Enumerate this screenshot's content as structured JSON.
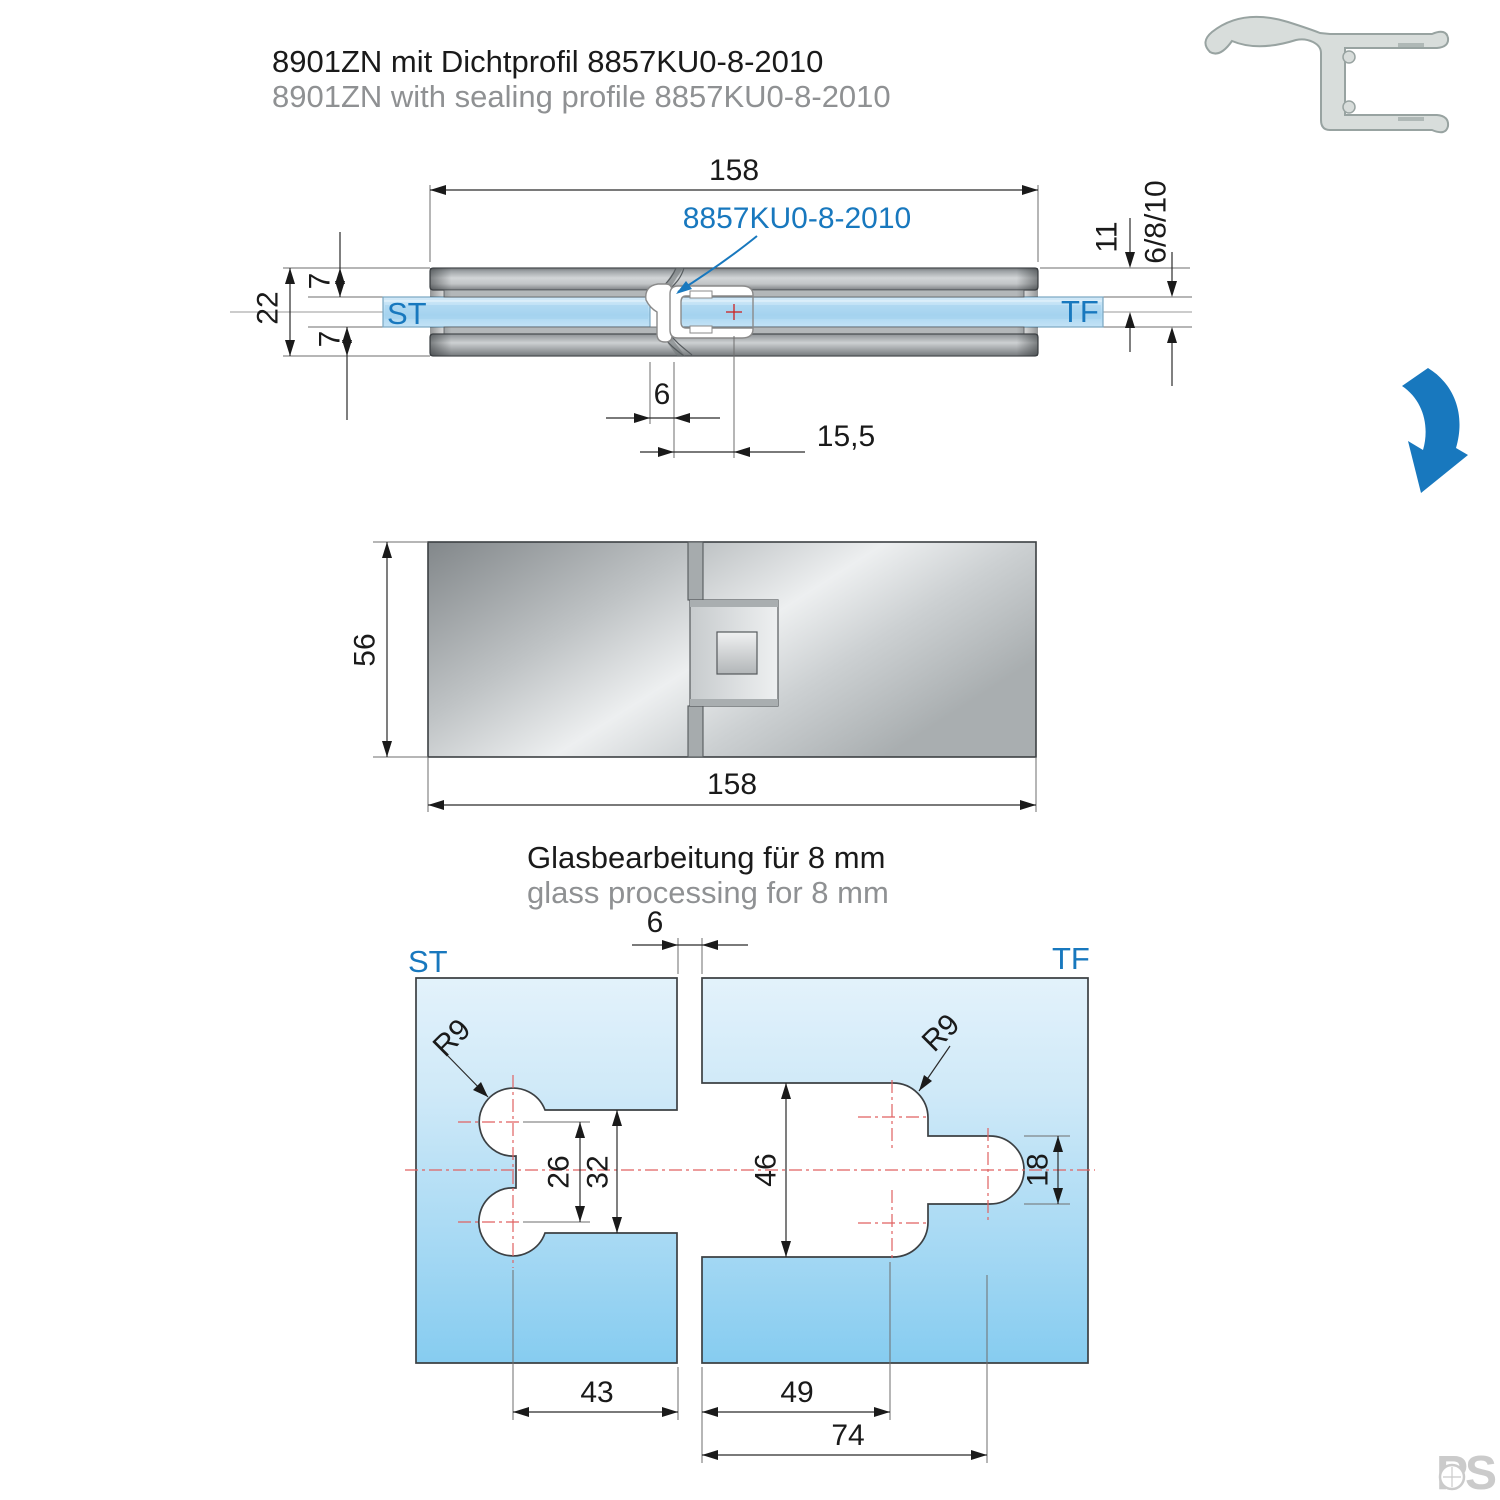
{
  "title": {
    "de": "8901ZN mit Dichtprofil 8857KU0-8-2010",
    "en": "8901ZN with sealing profile 8857KU0-8-2010"
  },
  "section_view": {
    "profile_label": "8857KU0-8-2010",
    "dim_width": "158",
    "dim_right_offset": "11",
    "dim_glass_options": "6/8/10",
    "dim_total_height": "22",
    "dim_top": "7",
    "dim_bottom": "7",
    "dim_gap": "6",
    "dim_pin_offset": "15,5",
    "label_fixed": "ST",
    "label_door": "TF"
  },
  "plan_view": {
    "dim_height": "56",
    "dim_width": "158"
  },
  "glass_processing": {
    "heading_de": "Glasbearbeitung für 8 mm",
    "heading_en": "glass processing for 8 mm",
    "label_fixed": "ST",
    "label_door": "TF",
    "dim_gap": "6",
    "radius_left": "R9",
    "radius_right": "R9",
    "dim_26": "26",
    "dim_32": "32",
    "dim_46": "46",
    "dim_18": "18",
    "dim_43": "43",
    "dim_49": "49",
    "dim_74": "74"
  },
  "watermark": "PS",
  "colors": {
    "accent_blue": "#1878BE",
    "glass_blue": "#86CCF0",
    "centerline_red": "#E06262",
    "metal_gray": "#C4C7C9"
  }
}
